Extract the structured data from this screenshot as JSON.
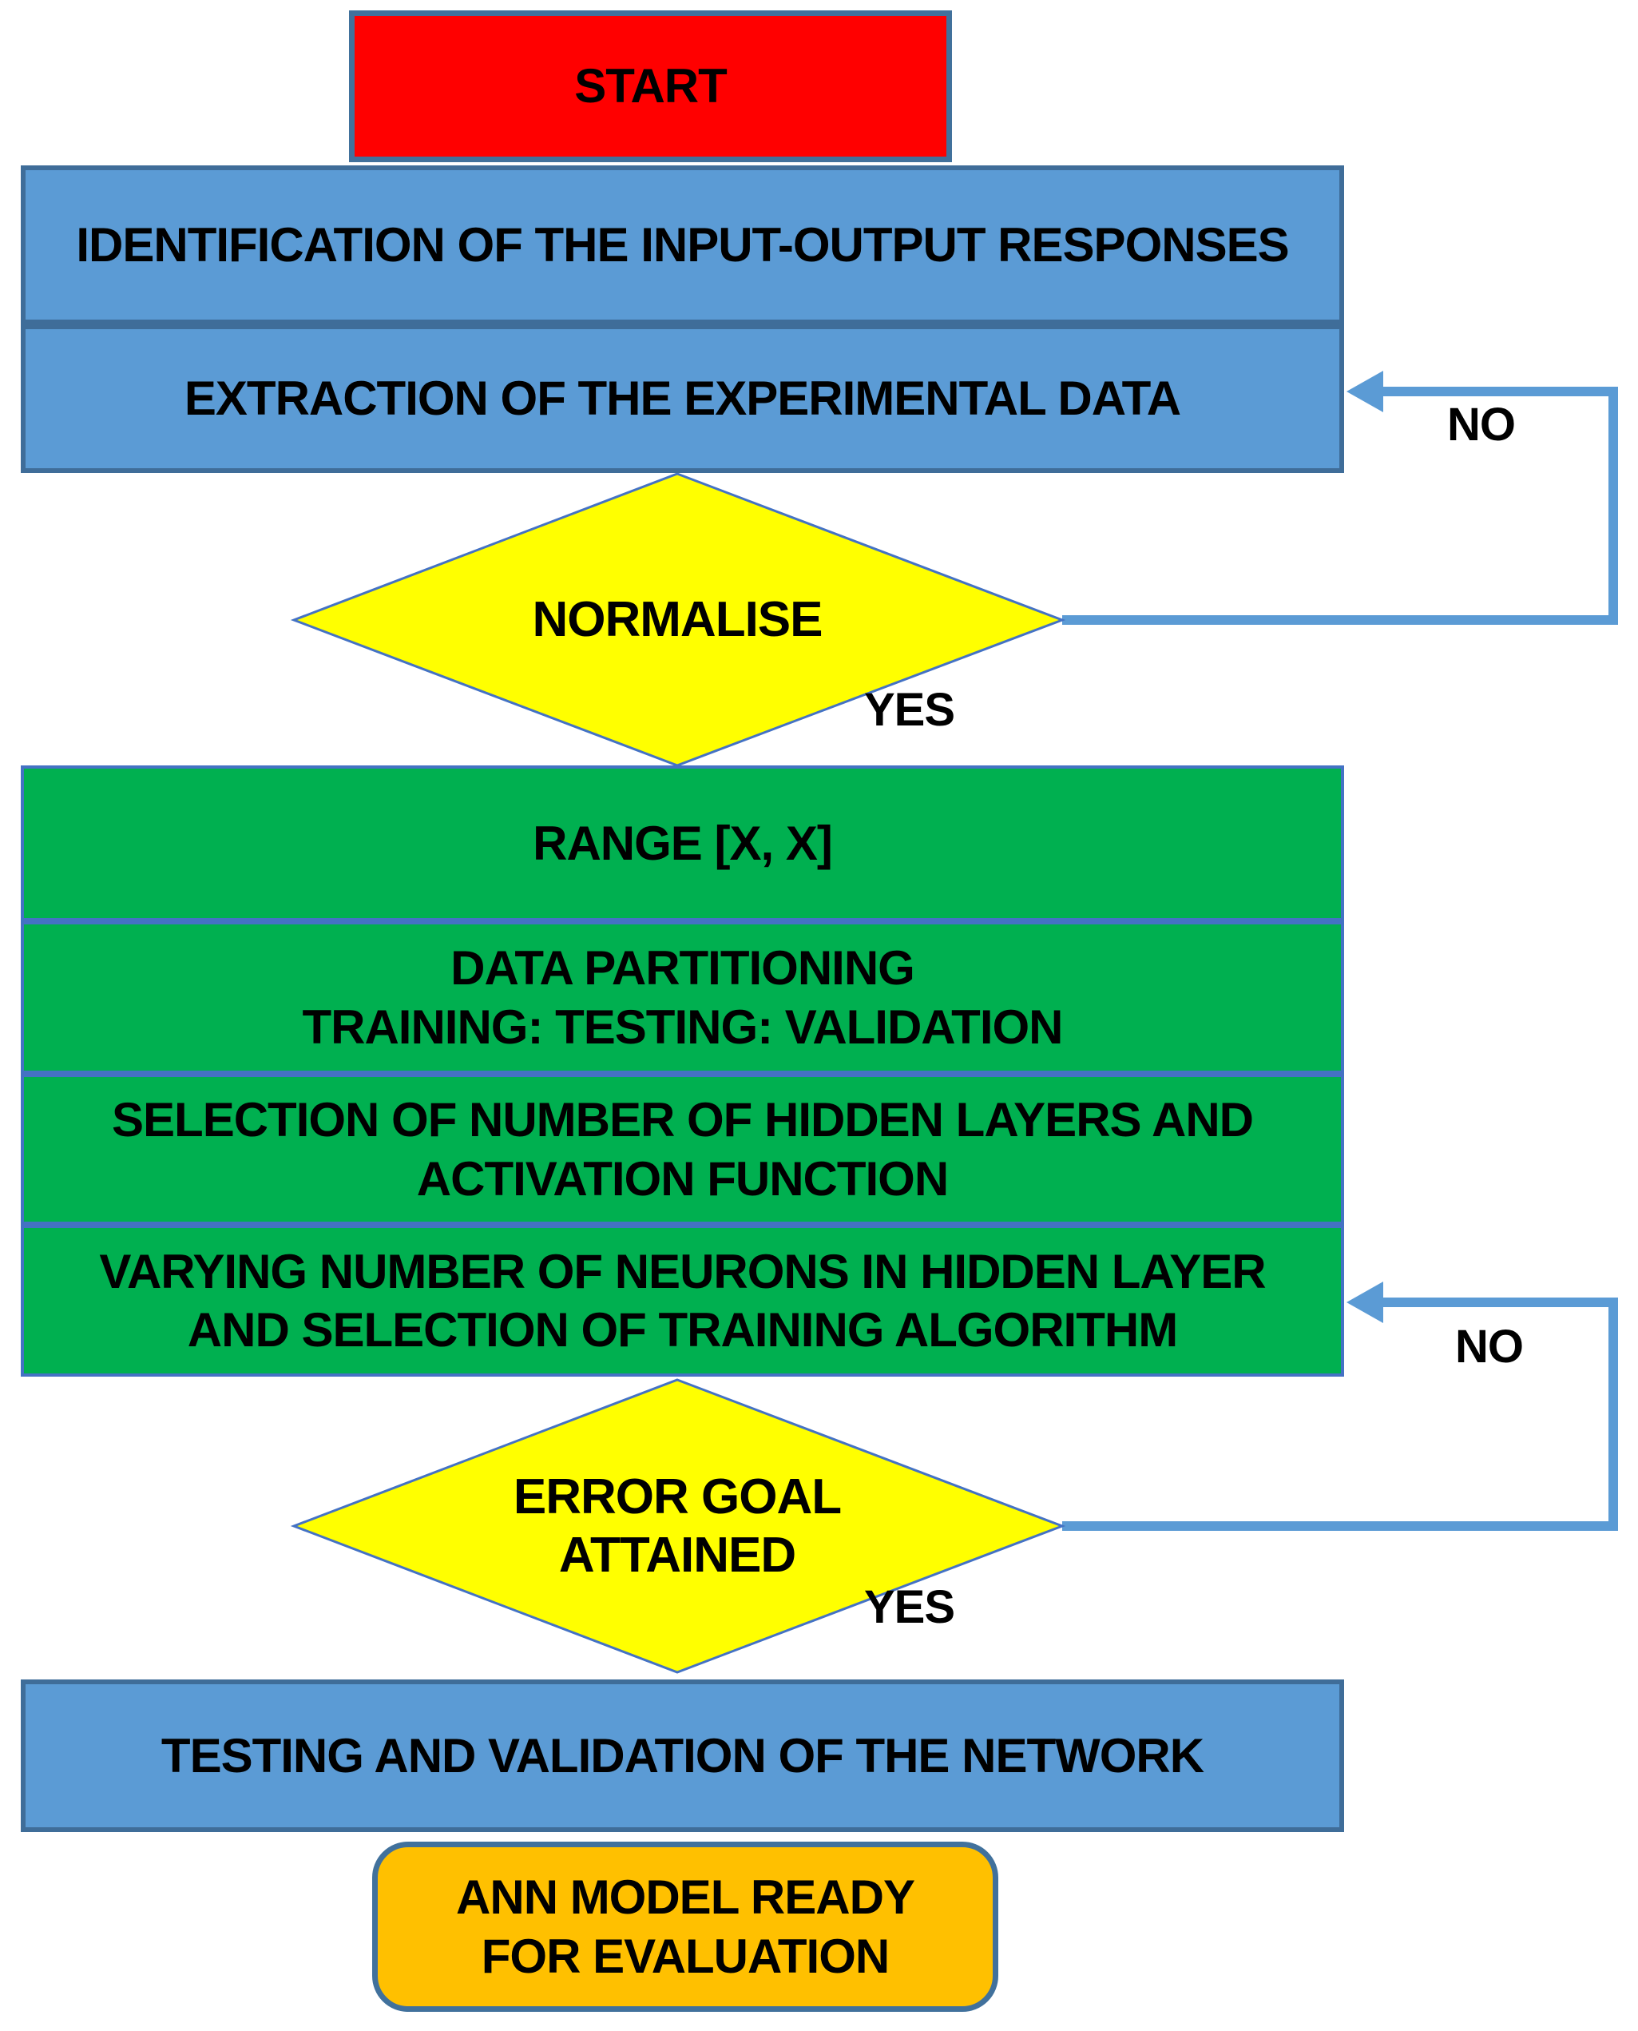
{
  "flowchart": {
    "start_label": "START",
    "steps": {
      "identify": "IDENTIFICATION OF THE INPUT-OUTPUT RESPONSES",
      "extract": "EXTRACTION OF THE EXPERIMENTAL DATA",
      "range": "RANGE [X, X]",
      "partition": "DATA PARTITIONING\nTRAINING: TESTING: VALIDATION",
      "selection": "SELECTION OF NUMBER OF HIDDEN LAYERS AND\nACTIVATION FUNCTION",
      "varying": "VARYING NUMBER OF NEURONS IN HIDDEN LAYER\nAND SELECTION OF TRAINING ALGORITHM",
      "testing": "TESTING AND VALIDATION OF THE NETWORK",
      "ann_ready": "ANN MODEL READY\nFOR EVALUATION"
    },
    "decisions": {
      "normalise": "NORMALISE",
      "error_goal": "ERROR GOAL\nATTAINED"
    },
    "branch_labels": {
      "normalise_no": "NO",
      "normalise_yes": "YES",
      "error_no": "NO",
      "error_yes": "YES"
    },
    "colors": {
      "start_fill": "#FF0000",
      "process_blue_fill": "#5B9BD5",
      "process_green_fill": "#00B050",
      "decision_yellow_fill": "#FFFF00",
      "terminal_orange_fill": "#FFC000",
      "shape_border": "#41719C",
      "diamond_border": "#4472C4",
      "connector_blue": "#5B9BD5",
      "text": "#000000"
    }
  }
}
